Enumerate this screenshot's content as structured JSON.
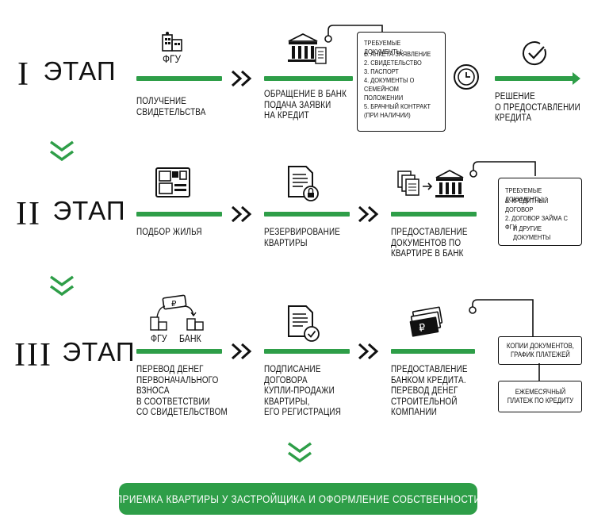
{
  "stages": [
    {
      "roman": "I",
      "word": "ЭТАП"
    },
    {
      "roman": "II",
      "word": "ЭТАП"
    },
    {
      "roman": "III",
      "word": "ЭТАП"
    }
  ],
  "stage1": {
    "fgu_label": "ФГУ",
    "step1": "ПОЛУЧЕНИЕ\nСВИДЕТЕЛЬСТВА",
    "step2": "ОБРАЩЕНИЕ В БАНК\nПОДАЧА ЗАЯВКИ\nНА КРЕДИТ",
    "docs_title": "ТРЕБУЕМЫЕ ДОКУМЕНТЫ:",
    "docs_list": "1. АНКЕТА-ЗАЯВЛЕНИЕ\n2. СВИДЕТЕЛЬСТВО\n3. ПАСПОРТ\n4. ДОКУМЕНТЫ О\nСЕМЕЙНОМ ПОЛОЖЕНИИ\n5. БРАЧНЫЙ КОНТРАКТ\n(ПРИ НАЛИЧИИ)",
    "step3": "РЕШЕНИЕ\nО ПРЕДОСТАВЛЕНИИ\nКРЕДИТА"
  },
  "stage2": {
    "step1": "ПОДБОР ЖИЛЬЯ",
    "step2": "РЕЗЕРВИРОВАНИЕ\nКВАРТИРЫ",
    "step3": "ПРЕДОСТАВЛЕНИЕ\nДОКУМЕНТОВ ПО\nКВАРТИРЕ В БАНК",
    "docs_title": "ТРЕБУЕМЫЕ ДОКУМЕНТЫ:",
    "docs_list": "1. КРЕДИТНЫЙ ДОГОВОР\n2. ДОГОВОР ЗАЙМА С ФГУ",
    "docs_other": "И ДРУГИЕ ДОКУМЕНТЫ"
  },
  "stage3": {
    "fgu_label": "ФГУ",
    "bank_label": "БАНК",
    "step1": "ПЕРЕВОД ДЕНЕГ\nПЕРВОНАЧАЛЬНОГО\nВЗНОСА\nВ СООТВЕТСТВИИ\nСО СВИДЕТЕЛЬСТВОМ",
    "step2": "ПОДПИСАНИЕ\nДОГОВОРА\nКУПЛИ-ПРОДАЖИ\nКВАРТИРЫ,\nЕГО РЕГИСТРАЦИЯ",
    "step3": "ПРЕДОСТАВЛЕНИЕ\nБАНКОМ КРЕДИТА.\nПЕРЕВОД ДЕНЕГ\nСТРОИТЕЛЬНОЙ\nКОМПАНИИ",
    "box1": "КОПИИ ДОКУМЕНТОВ,\nГРАФИК ПЛАТЕЖЕЙ",
    "box2": "ЕЖЕМЕСЯЧНЫЙ\nПЛАТЕЖ ПО КРЕДИТУ"
  },
  "final": "ПРИЕМКА КВАРТИРЫ У ЗАСТРОЙЩИКА И ОФОРМЛЕНИЕ СОБСТВЕННОСТИ",
  "colors": {
    "accent": "#2e9e48",
    "ink": "#111111"
  }
}
